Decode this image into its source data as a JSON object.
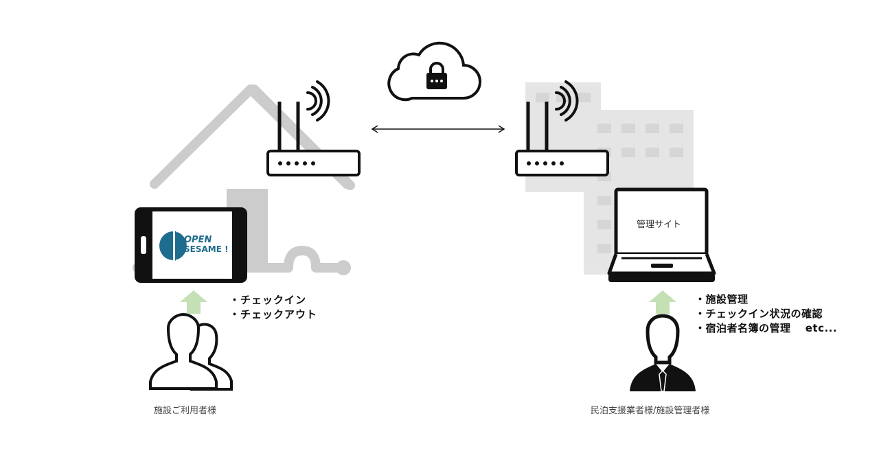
{
  "tablet": {
    "logo_line1": "OPEN",
    "logo_line2": "SESAME !"
  },
  "laptop": {
    "screen_text": "管理サイト"
  },
  "left_features": [
    "・チェックイン",
    "・チェックアウト"
  ],
  "right_features": [
    "・施設管理",
    "・チェックイン状況の確認",
    "・宿泊者名簿の管理　 etc..."
  ],
  "left_user_label": "施設ご利用者様",
  "right_user_label": "民泊支援業者様/施設管理者様",
  "colors": {
    "house": "#cccccc",
    "arrow": "#c5e0b4",
    "logo": "#1f6d8e"
  }
}
